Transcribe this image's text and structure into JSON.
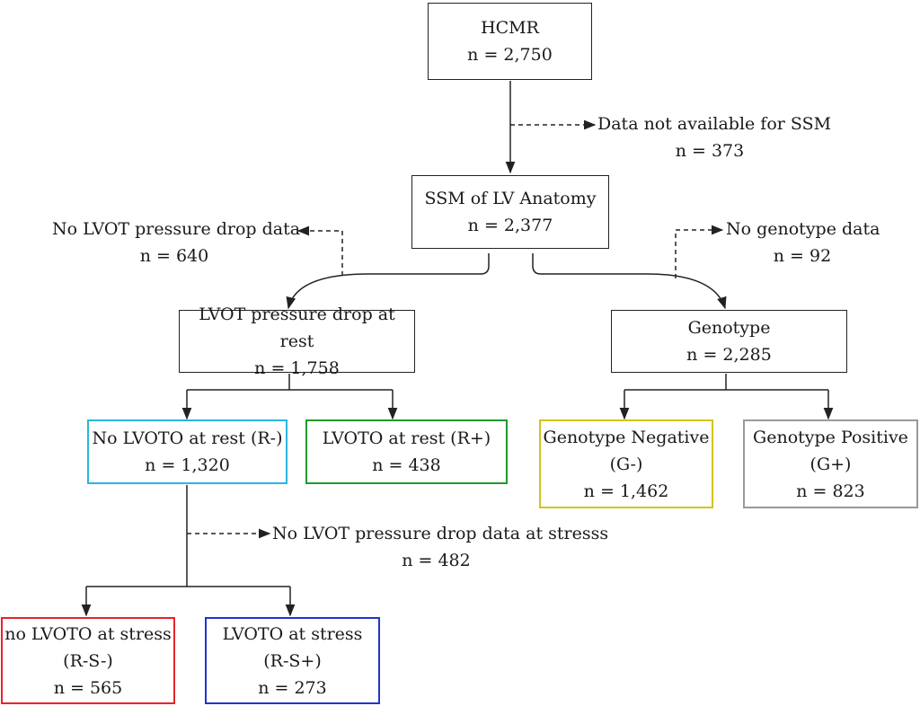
{
  "colors": {
    "default_border": "#222222",
    "r_minus_border": "#29b6e0",
    "r_plus_border": "#1e9a2e",
    "g_minus_border": "#d4c31a",
    "g_plus_border": "#999999",
    "rs_minus_border": "#e8232a",
    "rs_plus_border": "#2233cc"
  },
  "nodes": {
    "hcmr": {
      "title": "HCMR",
      "count": "n = 2,750"
    },
    "ssm": {
      "title": "SSM of LV Anatomy",
      "count": "n = 2,377"
    },
    "lvot_rest": {
      "title": "LVOT pressure drop at rest",
      "count": "n = 1,758"
    },
    "genotype": {
      "title": "Genotype",
      "count": "n = 2,285"
    },
    "r_minus": {
      "title": "No LVOTO at rest (R-)",
      "count": "n = 1,320"
    },
    "r_plus": {
      "title": "LVOTO at rest (R+)",
      "count": "n = 438"
    },
    "g_minus": {
      "title": "Genotype Negative",
      "code": "(G-)",
      "count": "n = 1,462"
    },
    "g_plus": {
      "title": "Genotype Positive",
      "code": "(G+)",
      "count": "n = 823"
    },
    "rs_minus": {
      "title": "no LVOTO at stress",
      "code": "(R-S-)",
      "count": "n = 565"
    },
    "rs_plus": {
      "title": "LVOTO at stress",
      "code": "(R-S+)",
      "count": "n = 273"
    }
  },
  "exclusions": {
    "no_ssm": {
      "title": "Data not available for SSM",
      "count": "n = 373"
    },
    "no_lvot": {
      "title": "No LVOT pressure drop data",
      "count": "n = 640"
    },
    "no_genotype": {
      "title": "No genotype data",
      "count": "n = 92"
    },
    "no_stress": {
      "title": "No LVOT pressure drop data at stresss",
      "count": "n = 482"
    }
  }
}
